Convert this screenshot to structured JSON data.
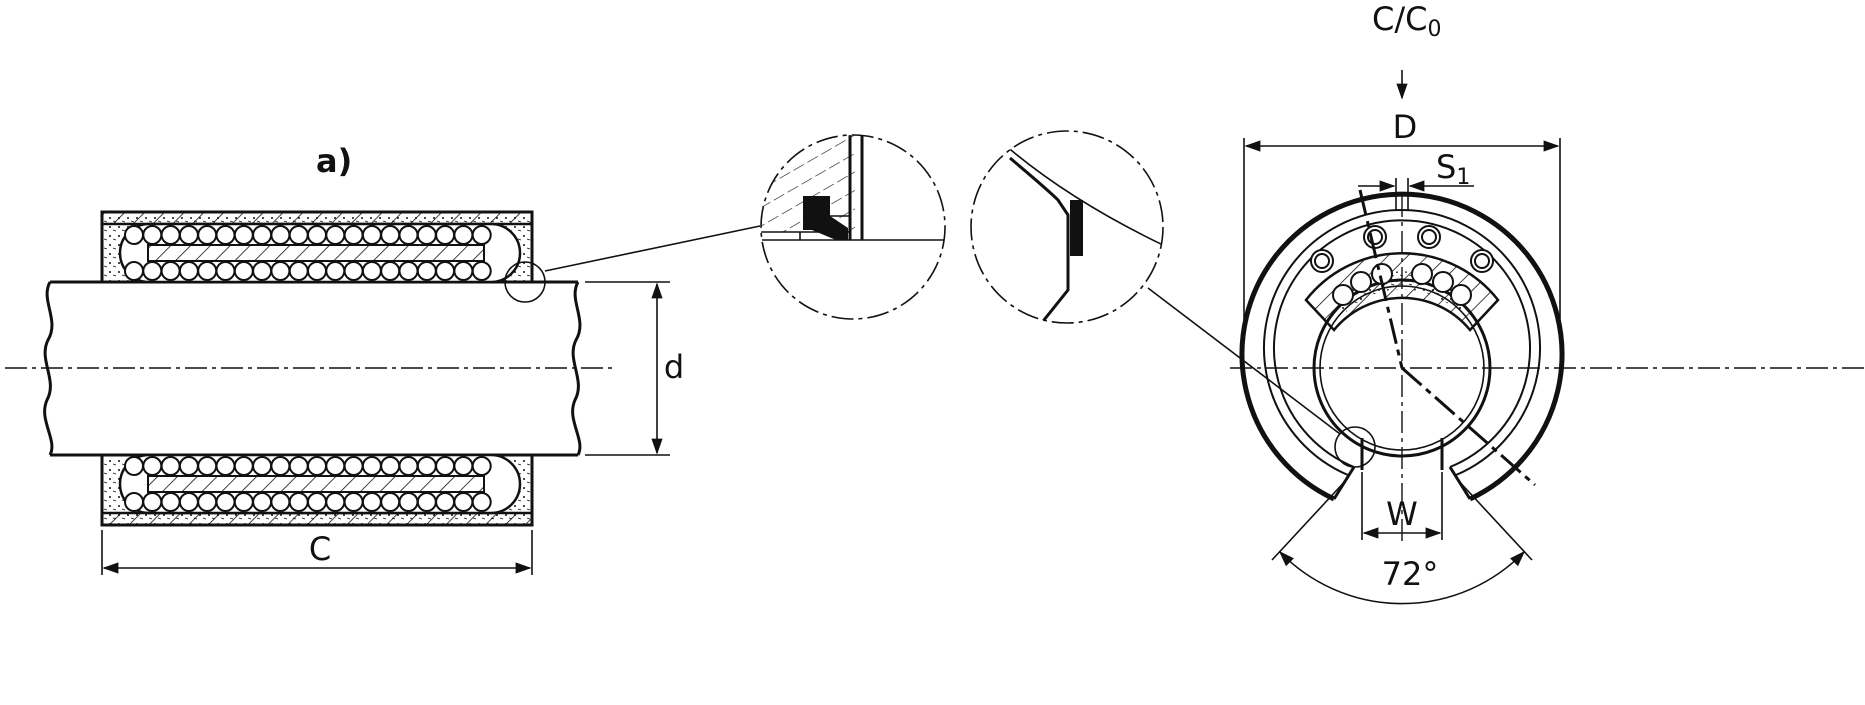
{
  "labels": {
    "view_a": "a)",
    "length": "C",
    "shaft_diameter": "d",
    "outer_diameter": "D",
    "load_main": "C/C",
    "load_sub": "0",
    "clearance_main": "S",
    "clearance_sub": "1",
    "slot_width": "W",
    "angle": "72°"
  },
  "colors": {
    "line": "#111111",
    "background": "#ffffff"
  }
}
